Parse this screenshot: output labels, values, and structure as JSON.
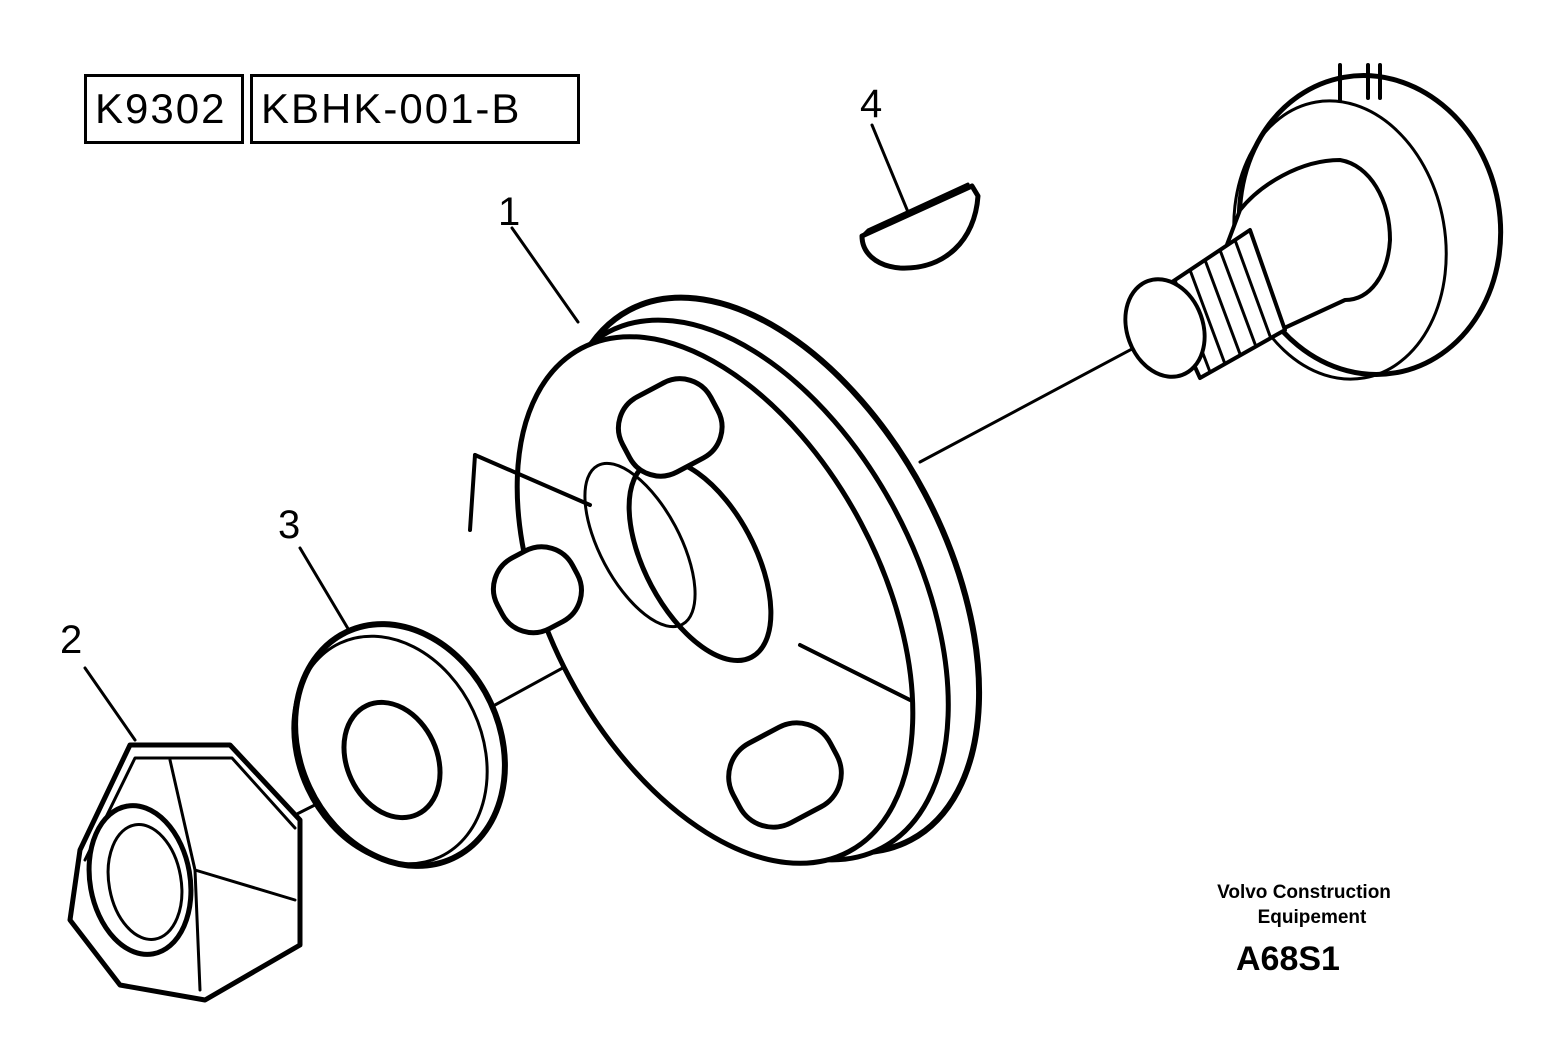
{
  "header": {
    "drawing_code": "K9302",
    "part_group_code": "KBHK-001-B"
  },
  "callouts": {
    "part_1": "1",
    "part_2": "2",
    "part_3": "3",
    "part_4": "4"
  },
  "footer": {
    "maker_line1": "Volvo Construction",
    "maker_line2": "Equipement",
    "drawing_ref": "A68S1"
  },
  "colors": {
    "ink": "#000000",
    "paper": "#ffffff"
  },
  "parts": [
    {
      "callout": "1",
      "icon": "flange-hub-icon"
    },
    {
      "callout": "2",
      "icon": "hex-nut-icon"
    },
    {
      "callout": "3",
      "icon": "washer-icon"
    },
    {
      "callout": "4",
      "icon": "woodruff-key-icon"
    }
  ]
}
